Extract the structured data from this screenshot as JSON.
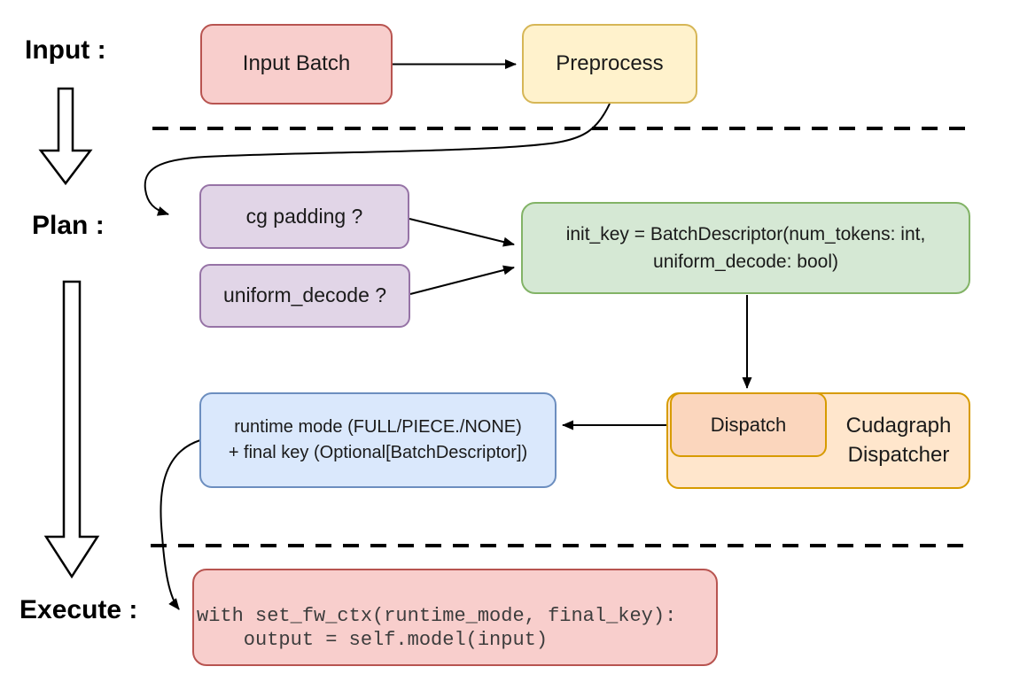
{
  "diagram": {
    "sections": {
      "input_label": "Input :",
      "plan_label": "Plan :",
      "execute_label": "Execute :"
    },
    "nodes": {
      "input_batch": {
        "label": "Input Batch",
        "fill": "#f8cecc",
        "stroke": "#b85450"
      },
      "preprocess": {
        "label": "Preprocess",
        "fill": "#fff2cc",
        "stroke": "#d6b656"
      },
      "cg_padding": {
        "label": "cg padding ?",
        "fill": "#e1d5e7",
        "stroke": "#9673a6"
      },
      "uniform_decode": {
        "label": "uniform_decode ?",
        "fill": "#e1d5e7",
        "stroke": "#9673a6"
      },
      "init_key": {
        "line1": "init_key = BatchDescriptor(num_tokens: int,",
        "line2": "uniform_decode: bool)",
        "fill": "#d5e8d4",
        "stroke": "#82b366"
      },
      "cudagraph_dispatcher": {
        "line1": "Cudagraph",
        "line2": "Dispatcher",
        "fill": "#ffe6cc",
        "stroke": "#d79b00"
      },
      "dispatch": {
        "label": "Dispatch",
        "fill": "#fbd6bd",
        "stroke": "#d79b00"
      },
      "runtime_mode": {
        "line1": "runtime mode (FULL/PIECE./NONE)",
        "line2": "+ final key (Optional[BatchDescriptor])",
        "fill": "#dae8fc",
        "stroke": "#6c8ebf"
      },
      "execute_code": {
        "line1": "with set_fw_ctx(runtime_mode, final_key):",
        "line2": "    output = self.model(input)",
        "fill": "#f8cecc",
        "stroke": "#b85450"
      }
    }
  }
}
